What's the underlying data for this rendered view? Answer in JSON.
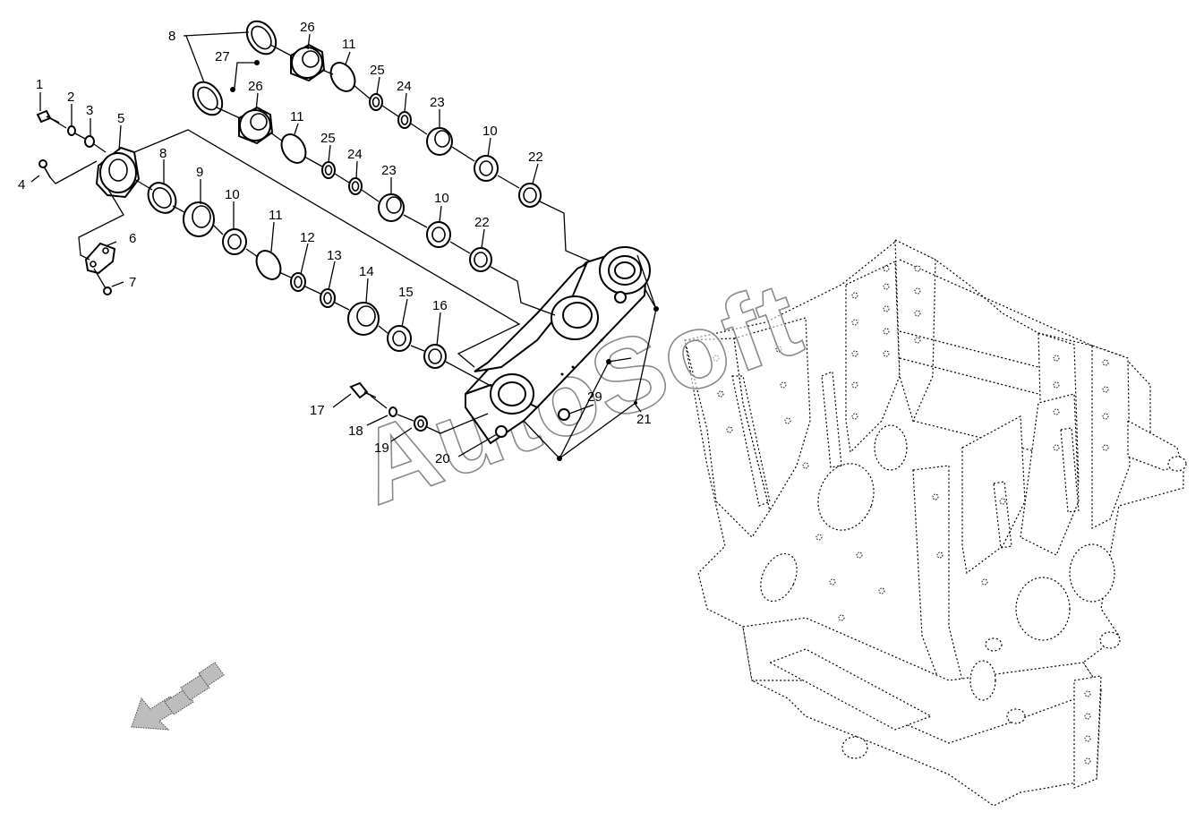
{
  "watermark": "AutoSoft",
  "callouts": [
    {
      "id": "c1",
      "text": "1"
    },
    {
      "id": "c2",
      "text": "2"
    },
    {
      "id": "c3",
      "text": "3"
    },
    {
      "id": "c4",
      "text": "4"
    },
    {
      "id": "c5",
      "text": "5"
    },
    {
      "id": "c6",
      "text": "6"
    },
    {
      "id": "c7",
      "text": "7"
    },
    {
      "id": "c8a",
      "text": "8"
    },
    {
      "id": "c8b",
      "text": "8"
    },
    {
      "id": "c9",
      "text": "9"
    },
    {
      "id": "c10a",
      "text": "10"
    },
    {
      "id": "c10b",
      "text": "10"
    },
    {
      "id": "c10c",
      "text": "10"
    },
    {
      "id": "c11a",
      "text": "11"
    },
    {
      "id": "c11b",
      "text": "11"
    },
    {
      "id": "c11c",
      "text": "11"
    },
    {
      "id": "c12",
      "text": "12"
    },
    {
      "id": "c13",
      "text": "13"
    },
    {
      "id": "c14",
      "text": "14"
    },
    {
      "id": "c15",
      "text": "15"
    },
    {
      "id": "c16",
      "text": "16"
    },
    {
      "id": "c17",
      "text": "17"
    },
    {
      "id": "c18",
      "text": "18"
    },
    {
      "id": "c19",
      "text": "19"
    },
    {
      "id": "c20",
      "text": "20"
    },
    {
      "id": "c21",
      "text": "21"
    },
    {
      "id": "c22a",
      "text": "22"
    },
    {
      "id": "c22b",
      "text": "22"
    },
    {
      "id": "c23a",
      "text": "23"
    },
    {
      "id": "c23b",
      "text": "23"
    },
    {
      "id": "c24a",
      "text": "24"
    },
    {
      "id": "c24b",
      "text": "24"
    },
    {
      "id": "c25a",
      "text": "25"
    },
    {
      "id": "c25b",
      "text": "25"
    },
    {
      "id": "c26a",
      "text": "26"
    },
    {
      "id": "c26b",
      "text": "26"
    },
    {
      "id": "c27",
      "text": "27"
    },
    {
      "id": "c29",
      "text": "29"
    }
  ]
}
